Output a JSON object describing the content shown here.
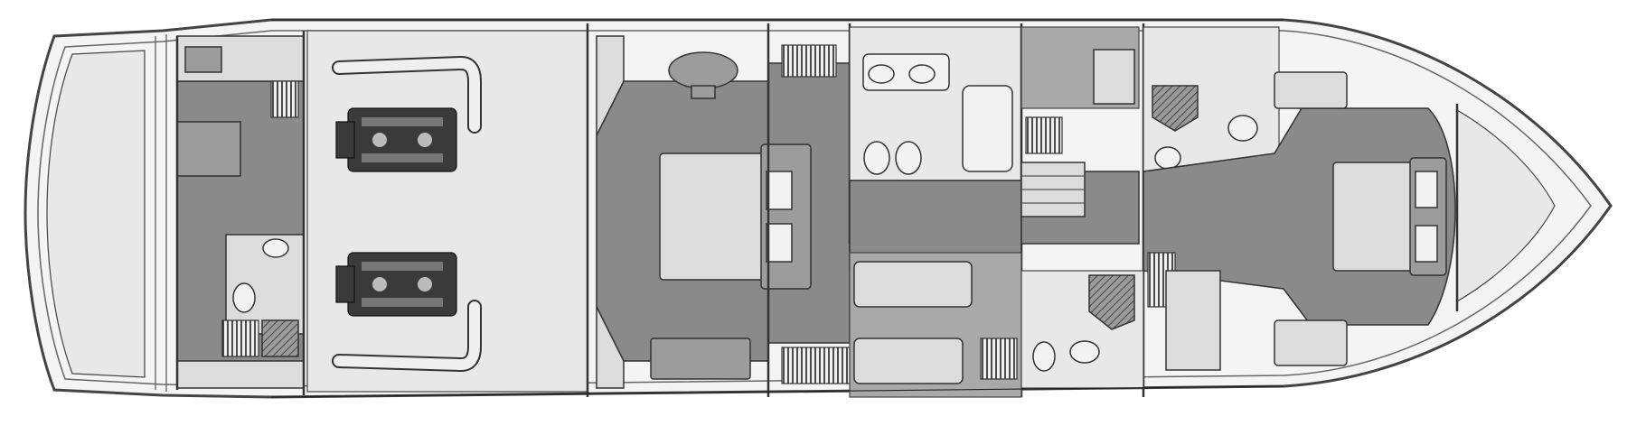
{
  "diagram": {
    "type": "yacht-deck-plan",
    "orientation": "bow-right",
    "colors": {
      "background": "#ffffff",
      "hull_fill": "#f4f4f4",
      "floor_dark": "#8a8a8a",
      "floor_mid": "#a9a9a9",
      "furniture": "#9c9c9c",
      "engine": "#3a3a3a"
    },
    "zones": [
      {
        "id": "swim-platform",
        "icon": "platform"
      },
      {
        "id": "crew-quarters",
        "icon": "bunk"
      },
      {
        "id": "engine-room",
        "icon": "engine"
      },
      {
        "id": "master-cabin",
        "icon": "double-bed"
      },
      {
        "id": "master-bathroom",
        "icon": "bathtub"
      },
      {
        "id": "twin-cabin",
        "icon": "single-bed"
      },
      {
        "id": "stairway",
        "icon": "stairs"
      },
      {
        "id": "guest-bathroom-port",
        "icon": "shower"
      },
      {
        "id": "guest-bathroom-starboard",
        "icon": "shower"
      },
      {
        "id": "vip-cabin",
        "icon": "double-bed"
      }
    ]
  }
}
